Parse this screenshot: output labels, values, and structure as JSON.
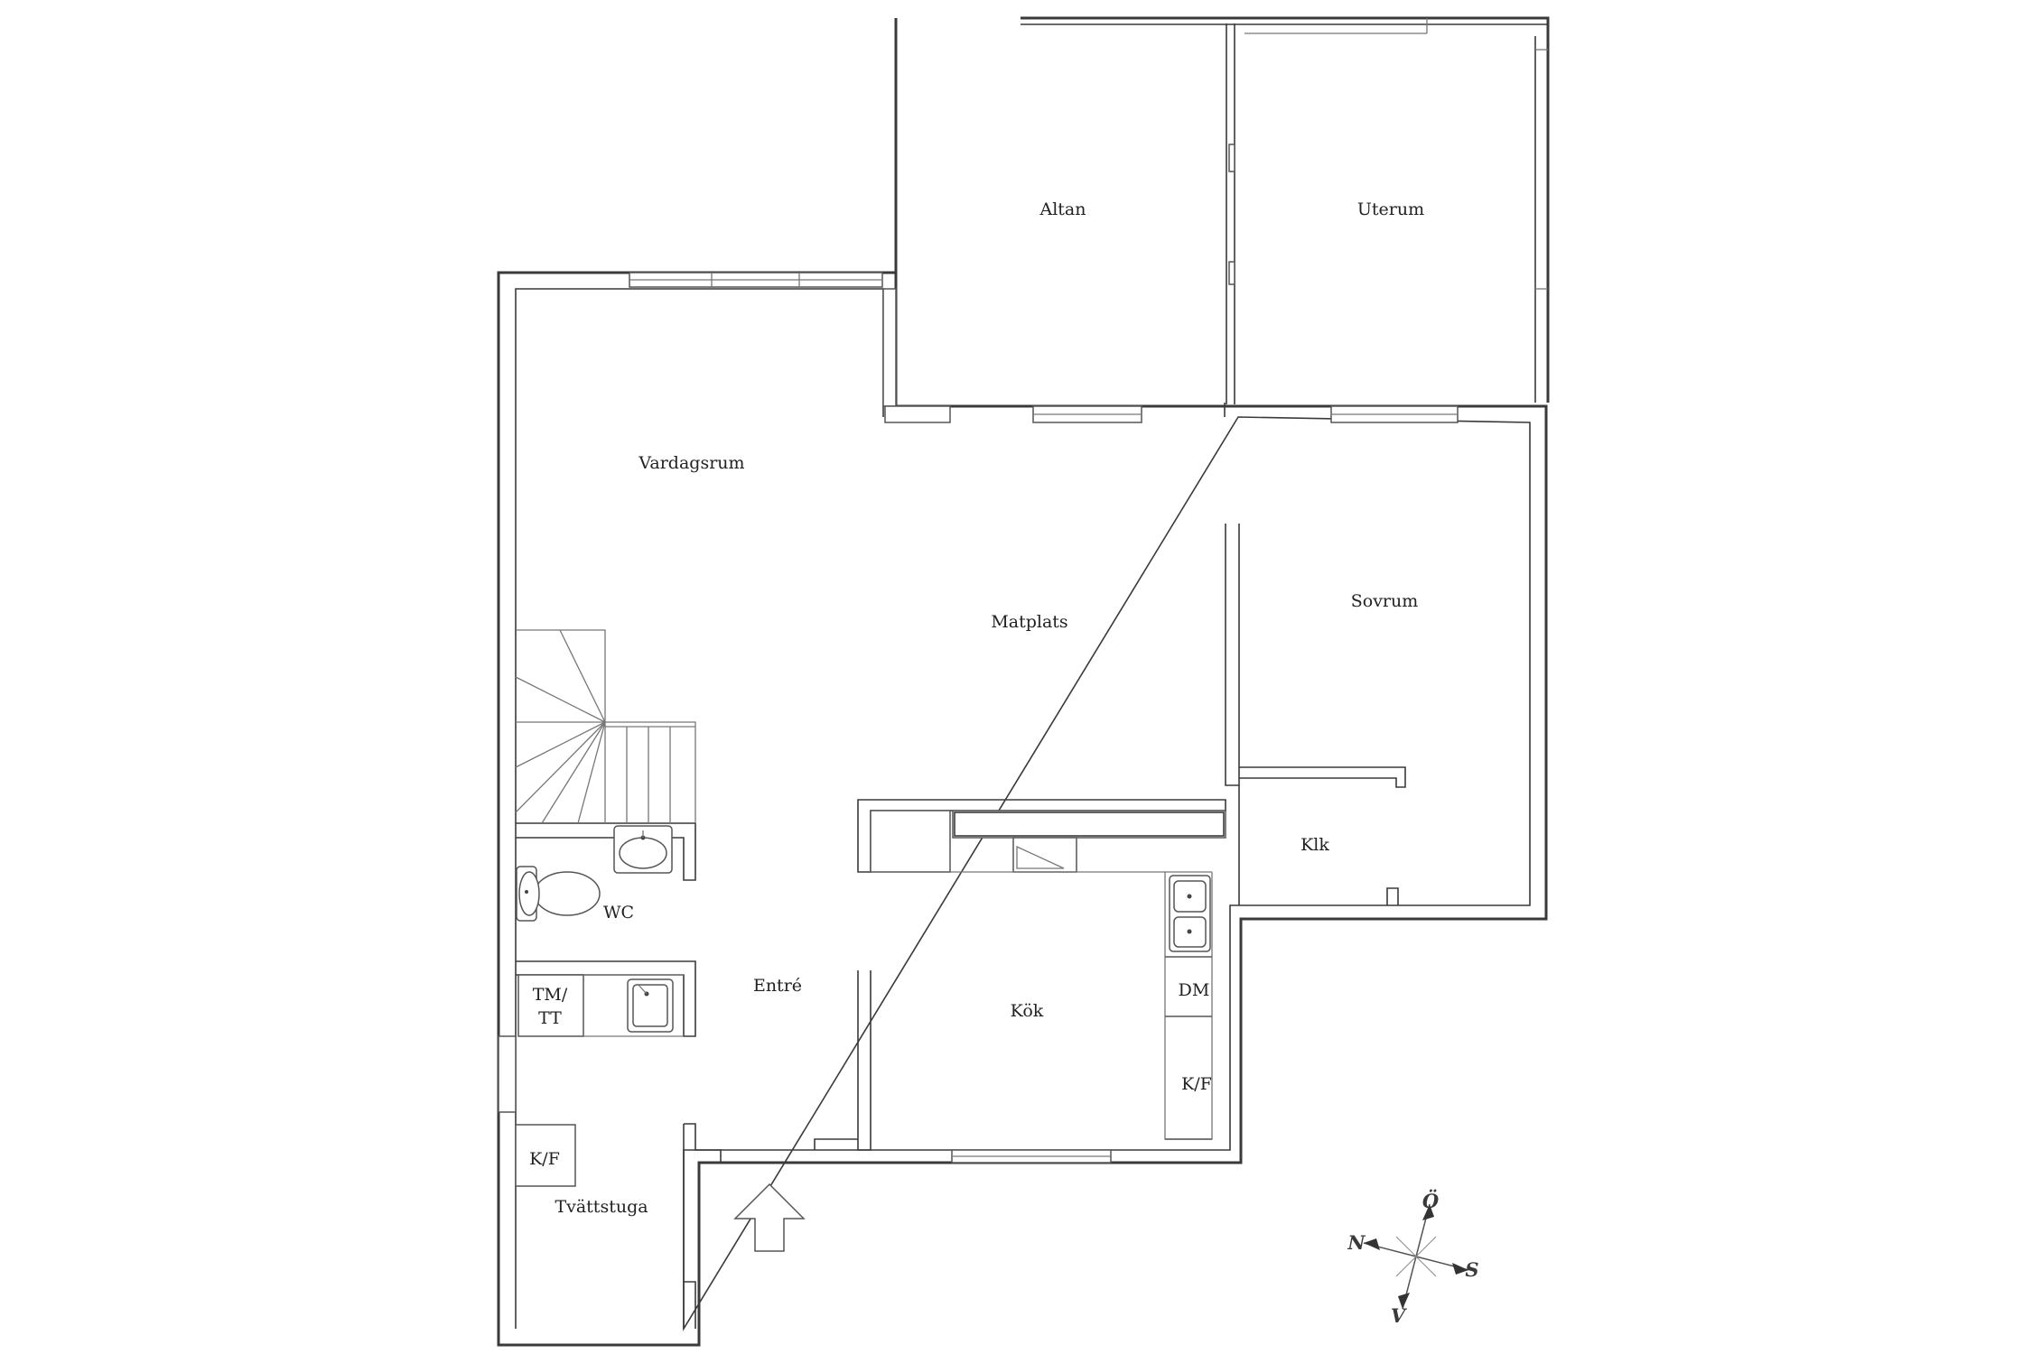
{
  "rooms": {
    "altan": "Altan",
    "uterum": "Uterum",
    "vardagsrum": "Vardagsrum",
    "matplats": "Matplats",
    "sovrum": "Sovrum",
    "klk": "Klk",
    "wc": "WC",
    "entre": "Entré",
    "kok": "Kök",
    "tvattstuga": "Tvättstuga"
  },
  "appliances": {
    "dm": "DM",
    "kf_kitchen": "K/F",
    "kf_laundry": "K/F",
    "tmtt_line1": "TM/",
    "tmtt_line2": "TT"
  },
  "compass": {
    "north": "N",
    "east": "Ö",
    "south": "S",
    "west": "V"
  },
  "icons": {
    "entrance": "entrance-arrow-icon",
    "compass": "compass-rose-icon",
    "stairs": "staircase-icon"
  }
}
